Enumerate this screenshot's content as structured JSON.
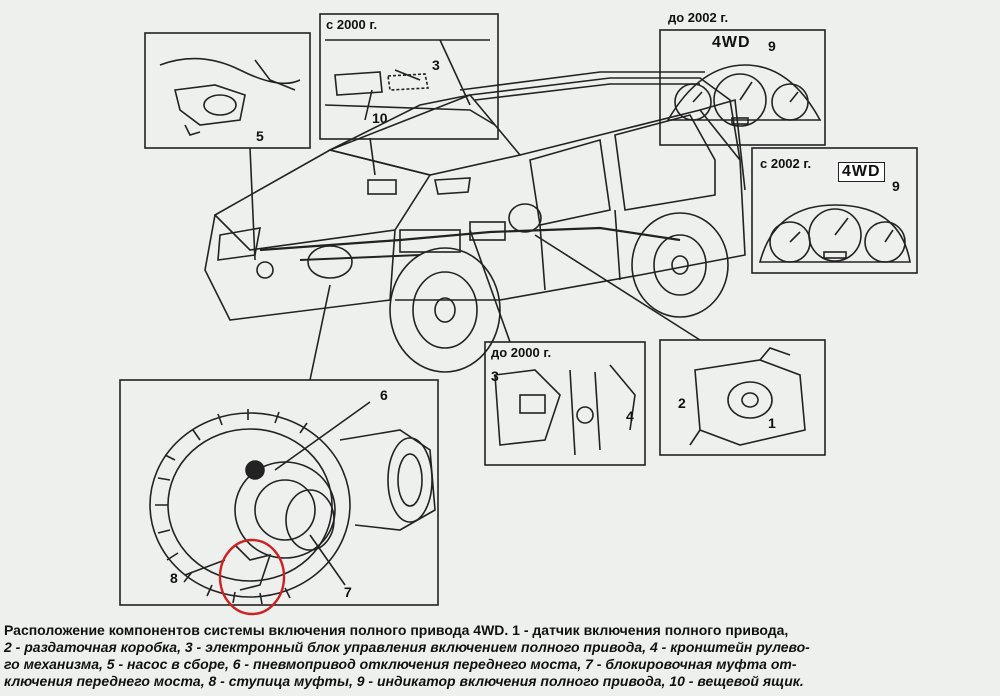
{
  "insets": {
    "c2000": "с 2000 г.",
    "do2002": "до 2002 г.",
    "c2002": "с 2002 г.",
    "do2000": "до 2000 г."
  },
  "indicator": {
    "fourwd_top": "4WD",
    "fourwd_right": "4WD"
  },
  "callouts": {
    "n1": "1",
    "n2": "2",
    "n3a": "3",
    "n3b": "3",
    "n4": "4",
    "n5": "5",
    "n6": "6",
    "n7": "7",
    "n8": "8",
    "n9a": "9",
    "n9b": "9",
    "n10": "10"
  },
  "caption": {
    "line1": "Расположение компонентов системы включения полного привода 4WD. 1 - датчик включения полного привода,",
    "line2": "2 - раздаточная коробка, 3 - электронный блок управления включением полного привода, 4 - кронштейн рулево-",
    "line3": "го механизма, 5 - насос в сборе, 6 - пневмопривод отключения переднего моста, 7 - блокировочная муфта от-",
    "line4": "ключения переднего моста, 8 - ступица муфты, 9 - индикатор включения полного привода, 10 - вещевой ящик."
  },
  "colors": {
    "ink": "#222222",
    "highlight": "#cc2222",
    "paper": "#eef0ee"
  }
}
